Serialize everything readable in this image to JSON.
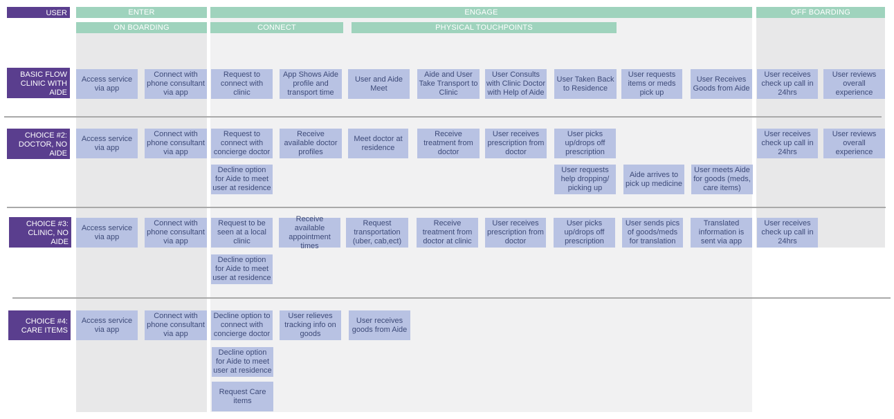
{
  "header": {
    "user": "USER",
    "enter": "ENTER",
    "engage": "ENGAGE",
    "offboarding": "OFF BOARDING",
    "onboarding": "ON BOARDING",
    "connect": "CONNECT",
    "physical": "PHYSICAL TOUCHPOINTS"
  },
  "rows": [
    {
      "label": "BASIC FLOW CLINIC WITH AIDE",
      "cards": [
        "Access service via app",
        "Connect with phone consultant via app",
        "Request to connect with clinic",
        "App Shows Aide profile and transport time",
        "User and Aide Meet",
        "Aide and User Take Transport to Clinic",
        "User Consults with Clinic Doctor with Help of Aide",
        "User Taken Back to Residence",
        "User requests items or meds pick up",
        "User Receives Goods from Aide",
        "User receives check up call in 24hrs",
        "User reviews overall experience"
      ]
    },
    {
      "label": "CHOICE #2: DOCTOR, NO AIDE",
      "cards": [
        "Access service via app",
        "Connect with phone consultant via app",
        "Request to connect with concierge doctor",
        "Receive available doctor profiles",
        "Meet doctor at residence",
        "Receive treatment from doctor",
        "User receives prescription from doctor",
        "User picks up/drops off prescription",
        "User receives check up call in 24hrs",
        "User reviews overall experience",
        "Decline option for Aide to meet user at residence",
        "User requests help dropping/ picking up",
        "Aide arrives to pick up medicine",
        "User meets Aide for goods (meds, care items)"
      ]
    },
    {
      "label": "CHOICE #3: CLINIC, NO AIDE",
      "cards": [
        "Access service via app",
        "Connect with phone consultant via app",
        "Request to be seen at a local clinic",
        "Receive available appointment times",
        "Request transportation (uber, cab,ect)",
        "Receive treatment from doctor at clinic",
        "User receives prescription from doctor",
        "User picks up/drops off prescription",
        "User sends pics of goods/meds for translation",
        "Translated information is sent via app",
        "User receives check up call in 24hrs",
        "Decline option for Aide to meet user at residence"
      ]
    },
    {
      "label": "CHOICE #4: CARE ITEMS",
      "cards": [
        "Access service via app",
        "Connect with phone consultant via app",
        "Decline option to connect with concierge doctor",
        "User relieves tracking info on goods",
        "User receives goods from Aide",
        "Decline option for Aide to meet user at residence",
        "Request Care items"
      ]
    }
  ]
}
